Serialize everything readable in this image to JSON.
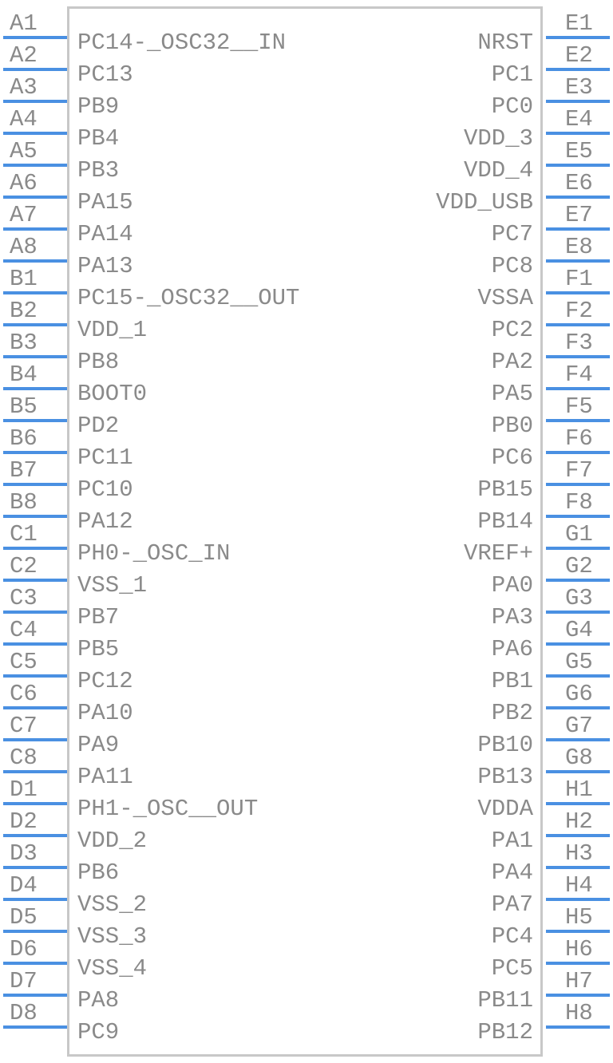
{
  "colors": {
    "pin_line": "#4a90e2",
    "text": "#8a8a8a",
    "outline": "#c8c8c8"
  },
  "left_pins": [
    {
      "num": "A1",
      "name": "PC14-_OSC32__IN"
    },
    {
      "num": "A2",
      "name": "PC13"
    },
    {
      "num": "A3",
      "name": "PB9"
    },
    {
      "num": "A4",
      "name": "PB4"
    },
    {
      "num": "A5",
      "name": "PB3"
    },
    {
      "num": "A6",
      "name": "PA15"
    },
    {
      "num": "A7",
      "name": "PA14"
    },
    {
      "num": "A8",
      "name": "PA13"
    },
    {
      "num": "B1",
      "name": "PC15-_OSC32__OUT"
    },
    {
      "num": "B2",
      "name": "VDD_1"
    },
    {
      "num": "B3",
      "name": "PB8"
    },
    {
      "num": "B4",
      "name": "BOOT0"
    },
    {
      "num": "B5",
      "name": "PD2"
    },
    {
      "num": "B6",
      "name": "PC11"
    },
    {
      "num": "B7",
      "name": "PC10"
    },
    {
      "num": "B8",
      "name": "PA12"
    },
    {
      "num": "C1",
      "name": "PH0-_OSC_IN"
    },
    {
      "num": "C2",
      "name": "VSS_1"
    },
    {
      "num": "C3",
      "name": "PB7"
    },
    {
      "num": "C4",
      "name": "PB5"
    },
    {
      "num": "C5",
      "name": "PC12"
    },
    {
      "num": "C6",
      "name": "PA10"
    },
    {
      "num": "C7",
      "name": "PA9"
    },
    {
      "num": "C8",
      "name": "PA11"
    },
    {
      "num": "D1",
      "name": "PH1-_OSC__OUT"
    },
    {
      "num": "D2",
      "name": "VDD_2"
    },
    {
      "num": "D3",
      "name": "PB6"
    },
    {
      "num": "D4",
      "name": "VSS_2"
    },
    {
      "num": "D5",
      "name": "VSS_3"
    },
    {
      "num": "D6",
      "name": "VSS_4"
    },
    {
      "num": "D7",
      "name": "PA8"
    },
    {
      "num": "D8",
      "name": "PC9"
    }
  ],
  "right_pins": [
    {
      "num": "E1",
      "name": "NRST"
    },
    {
      "num": "E2",
      "name": "PC1"
    },
    {
      "num": "E3",
      "name": "PC0"
    },
    {
      "num": "E4",
      "name": "VDD_3"
    },
    {
      "num": "E5",
      "name": "VDD_4"
    },
    {
      "num": "E6",
      "name": "VDD_USB"
    },
    {
      "num": "E7",
      "name": "PC7"
    },
    {
      "num": "E8",
      "name": "PC8"
    },
    {
      "num": "F1",
      "name": "VSSA"
    },
    {
      "num": "F2",
      "name": "PC2"
    },
    {
      "num": "F3",
      "name": "PA2"
    },
    {
      "num": "F4",
      "name": "PA5"
    },
    {
      "num": "F5",
      "name": "PB0"
    },
    {
      "num": "F6",
      "name": "PC6"
    },
    {
      "num": "F7",
      "name": "PB15"
    },
    {
      "num": "F8",
      "name": "PB14"
    },
    {
      "num": "G1",
      "name": "VREF+"
    },
    {
      "num": "G2",
      "name": "PA0"
    },
    {
      "num": "G3",
      "name": "PA3"
    },
    {
      "num": "G4",
      "name": "PA6"
    },
    {
      "num": "G5",
      "name": "PB1"
    },
    {
      "num": "G6",
      "name": "PB2"
    },
    {
      "num": "G7",
      "name": "PB10"
    },
    {
      "num": "G8",
      "name": "PB13"
    },
    {
      "num": "H1",
      "name": "VDDA"
    },
    {
      "num": "H2",
      "name": "PA1"
    },
    {
      "num": "H3",
      "name": "PA4"
    },
    {
      "num": "H4",
      "name": "PA7"
    },
    {
      "num": "H5",
      "name": "PC4"
    },
    {
      "num": "H6",
      "name": "PC5"
    },
    {
      "num": "H7",
      "name": "PB11"
    },
    {
      "num": "H8",
      "name": "PB12"
    }
  ]
}
